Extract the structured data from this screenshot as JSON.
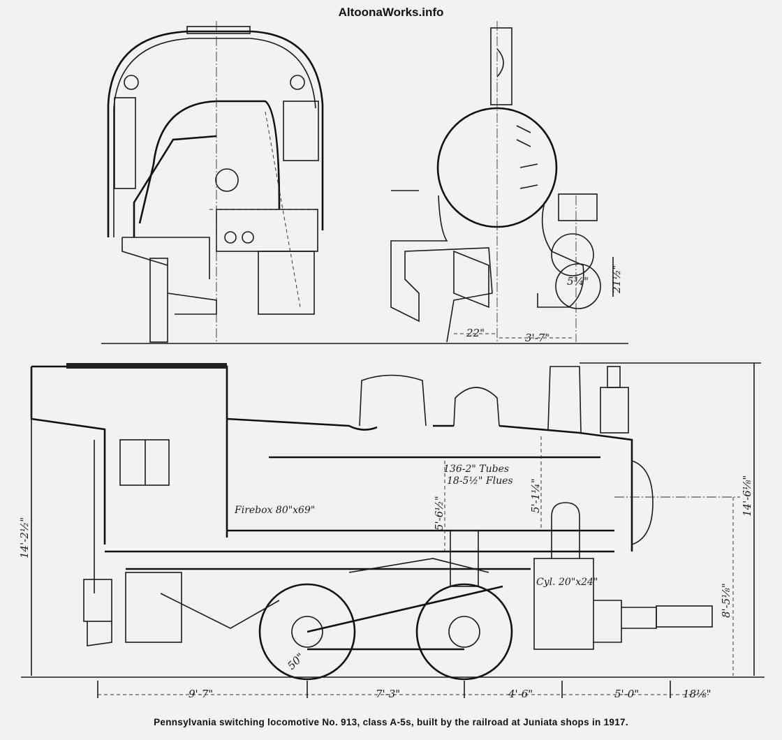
{
  "watermark": "AltoonaWorks.info",
  "caption": "Pennsylvania switching locomotive No. 913, class A-5s, built by the railroad at Juniata shops in 1917.",
  "annotations": {
    "firebox": "Firebox 80\"x69\"",
    "tubes": "136-2\" Tubes",
    "flues": "18-5½\" Flues",
    "cylinder": "Cyl. 20\"x24\"",
    "wheel_dia": "50\""
  },
  "dimensions": {
    "overall_height_cab": "14'-2½\"",
    "overall_height_stack": "14'-6⅛\"",
    "boiler_center_height": "8'-5⅛\"",
    "dome_height": "5'-6½\"",
    "stack_height": "5'-1¼\"",
    "wheelbase_rear": "9'-7\"",
    "wheelbase_drivers": "7'-3\"",
    "front_to_cyl": "4'-6\"",
    "cyl_to_front": "5'-0\"",
    "pilot": "18⅛\"",
    "end_22": "22\"",
    "end_3_7": "3'-7\"",
    "end_21_5": "21½\"",
    "end_5_75": "5¾\""
  }
}
